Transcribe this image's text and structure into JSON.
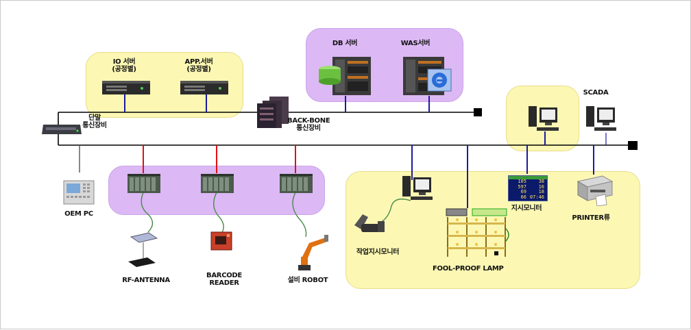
{
  "colors": {
    "yellow_zone": "#fcf8b3",
    "purple_zone": "#dcb8f5",
    "bus_line": "#000000",
    "blue_link": "#1a1aa0",
    "red_link": "#e01010",
    "green_cable": "#4a8a4a"
  },
  "labels": {
    "io_server": [
      "IO 서버",
      "(공정별)"
    ],
    "app_server": [
      "APP.서버",
      "(공정별)"
    ],
    "db_server": "DB 서버",
    "was_server": "WAS서버",
    "terminal_comm": [
      "단말",
      "통신장비"
    ],
    "backbone_comm": [
      "BACK-BONE",
      "통신장비"
    ],
    "scada": "SCADA",
    "oem_pc": "OEM PC",
    "rf_antenna": "RF-ANTENNA",
    "barcode_reader": [
      "BARCODE",
      "READER"
    ],
    "facility_robot": "설비 ROBOT",
    "work_monitor": "작업지시모니터",
    "foolproof_lamp": "FOOL-PROOF LAMP",
    "instruction_monitor": "지시모니터",
    "printer": "PRINTER류"
  },
  "icons": [
    "rack-server-icon",
    "db-server-icon",
    "was-server-icon",
    "ie-logo-icon",
    "network-switch-icon",
    "backbone-switch-icon",
    "desktop-pc-icon",
    "plc-module-icon",
    "operator-panel-icon",
    "rfid-antenna-icon",
    "barcode-reader-icon",
    "industrial-robot-icon",
    "handheld-scanner-icon",
    "shelf-rack-icon",
    "display-board-icon",
    "label-printer-icon",
    "bus-terminator-icon"
  ],
  "display_board": {
    "rows": [
      [
        "105",
        "38"
      ],
      [
        "597",
        "16"
      ],
      [
        "69",
        "18"
      ],
      [
        "66",
        "07:46"
      ]
    ]
  }
}
